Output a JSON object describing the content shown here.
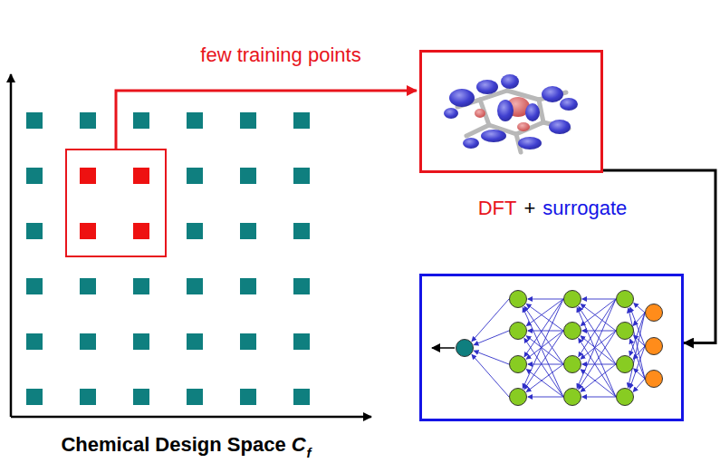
{
  "diagram": {
    "nodes": [
      {
        "text": [
          "DFT"
        ]
      },
      {
        "text": [
          "surrogate"
        ]
      }
    ],
    "edges": [
      {
        "from": 0,
        "to": 1,
        "arrow": "to"
      }
    ],
    "labels": [
      "few training points",
      "+",
      "Chemical Design Space",
      "C",
      "f"
    ]
  }
}
